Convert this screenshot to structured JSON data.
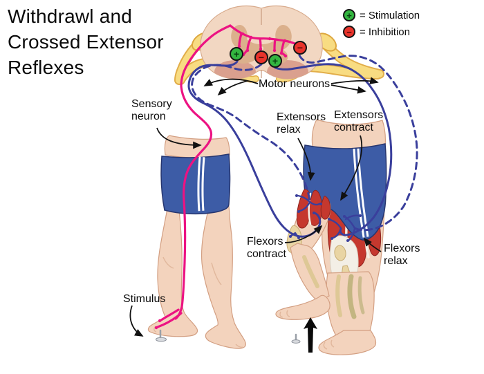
{
  "title": "Withdrawl and Crossed Extensor Reflexes",
  "legend": {
    "items": [
      {
        "symbol": "+",
        "label": "= Stimulation",
        "type": "stimulation"
      },
      {
        "symbol": "−",
        "label": "= Inhibition",
        "type": "inhibition"
      }
    ]
  },
  "annotations": {
    "motor_neurons": "Motor neurons",
    "sensory_neuron": "Sensory neuron",
    "extensors_relax": "Extensors relax",
    "extensors_contract": "Extensors contract",
    "flexors_contract": "Flexors contract",
    "flexors_relax": "Flexors relax",
    "stimulus": "Stimulus"
  },
  "markers": [
    {
      "type": "stimulation",
      "symbol": "+"
    },
    {
      "type": "inhibition",
      "symbol": "−"
    },
    {
      "type": "stimulation",
      "symbol": "+"
    },
    {
      "type": "inhibition",
      "symbol": "−"
    }
  ],
  "colors": {
    "sensory": "#ec1382",
    "motor": "#3a3f9c",
    "stimulation": "#33b540",
    "inhibition": "#e8332b",
    "shorts": "#3d5ca6",
    "skin": "#f3d3bd",
    "muscle": "#c5382e",
    "nerve_root": "#f8dc82",
    "bone": "#e9d5a4"
  }
}
